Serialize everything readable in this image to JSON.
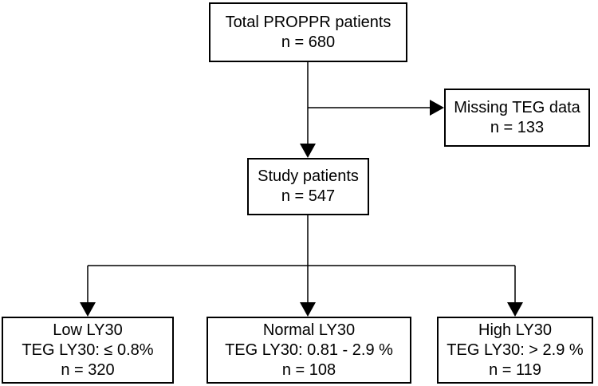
{
  "nodes": {
    "total": {
      "title": "Total PROPPR patients",
      "count": "n = 680"
    },
    "missing": {
      "title": "Missing TEG data",
      "count": "n = 133"
    },
    "study": {
      "title": "Study patients",
      "count": "n = 547"
    },
    "low": {
      "title": "Low LY30",
      "criteria": "TEG LY30: ≤ 0.8%",
      "count": "n = 320"
    },
    "normal": {
      "title": "Normal LY30",
      "criteria": "TEG LY30: 0.81 - 2.9 %",
      "count": "n = 108"
    },
    "high": {
      "title": "High LY30",
      "criteria": "TEG LY30: > 2.9 %",
      "count": "n = 119"
    }
  },
  "edges": [
    {
      "from": "total",
      "to": "study"
    },
    {
      "from": "total",
      "to": "missing"
    },
    {
      "from": "study",
      "to": "low"
    },
    {
      "from": "study",
      "to": "normal"
    },
    {
      "from": "study",
      "to": "high"
    }
  ],
  "colors": {
    "line": "#000000",
    "box_border": "#000000",
    "background": "#ffffff"
  }
}
